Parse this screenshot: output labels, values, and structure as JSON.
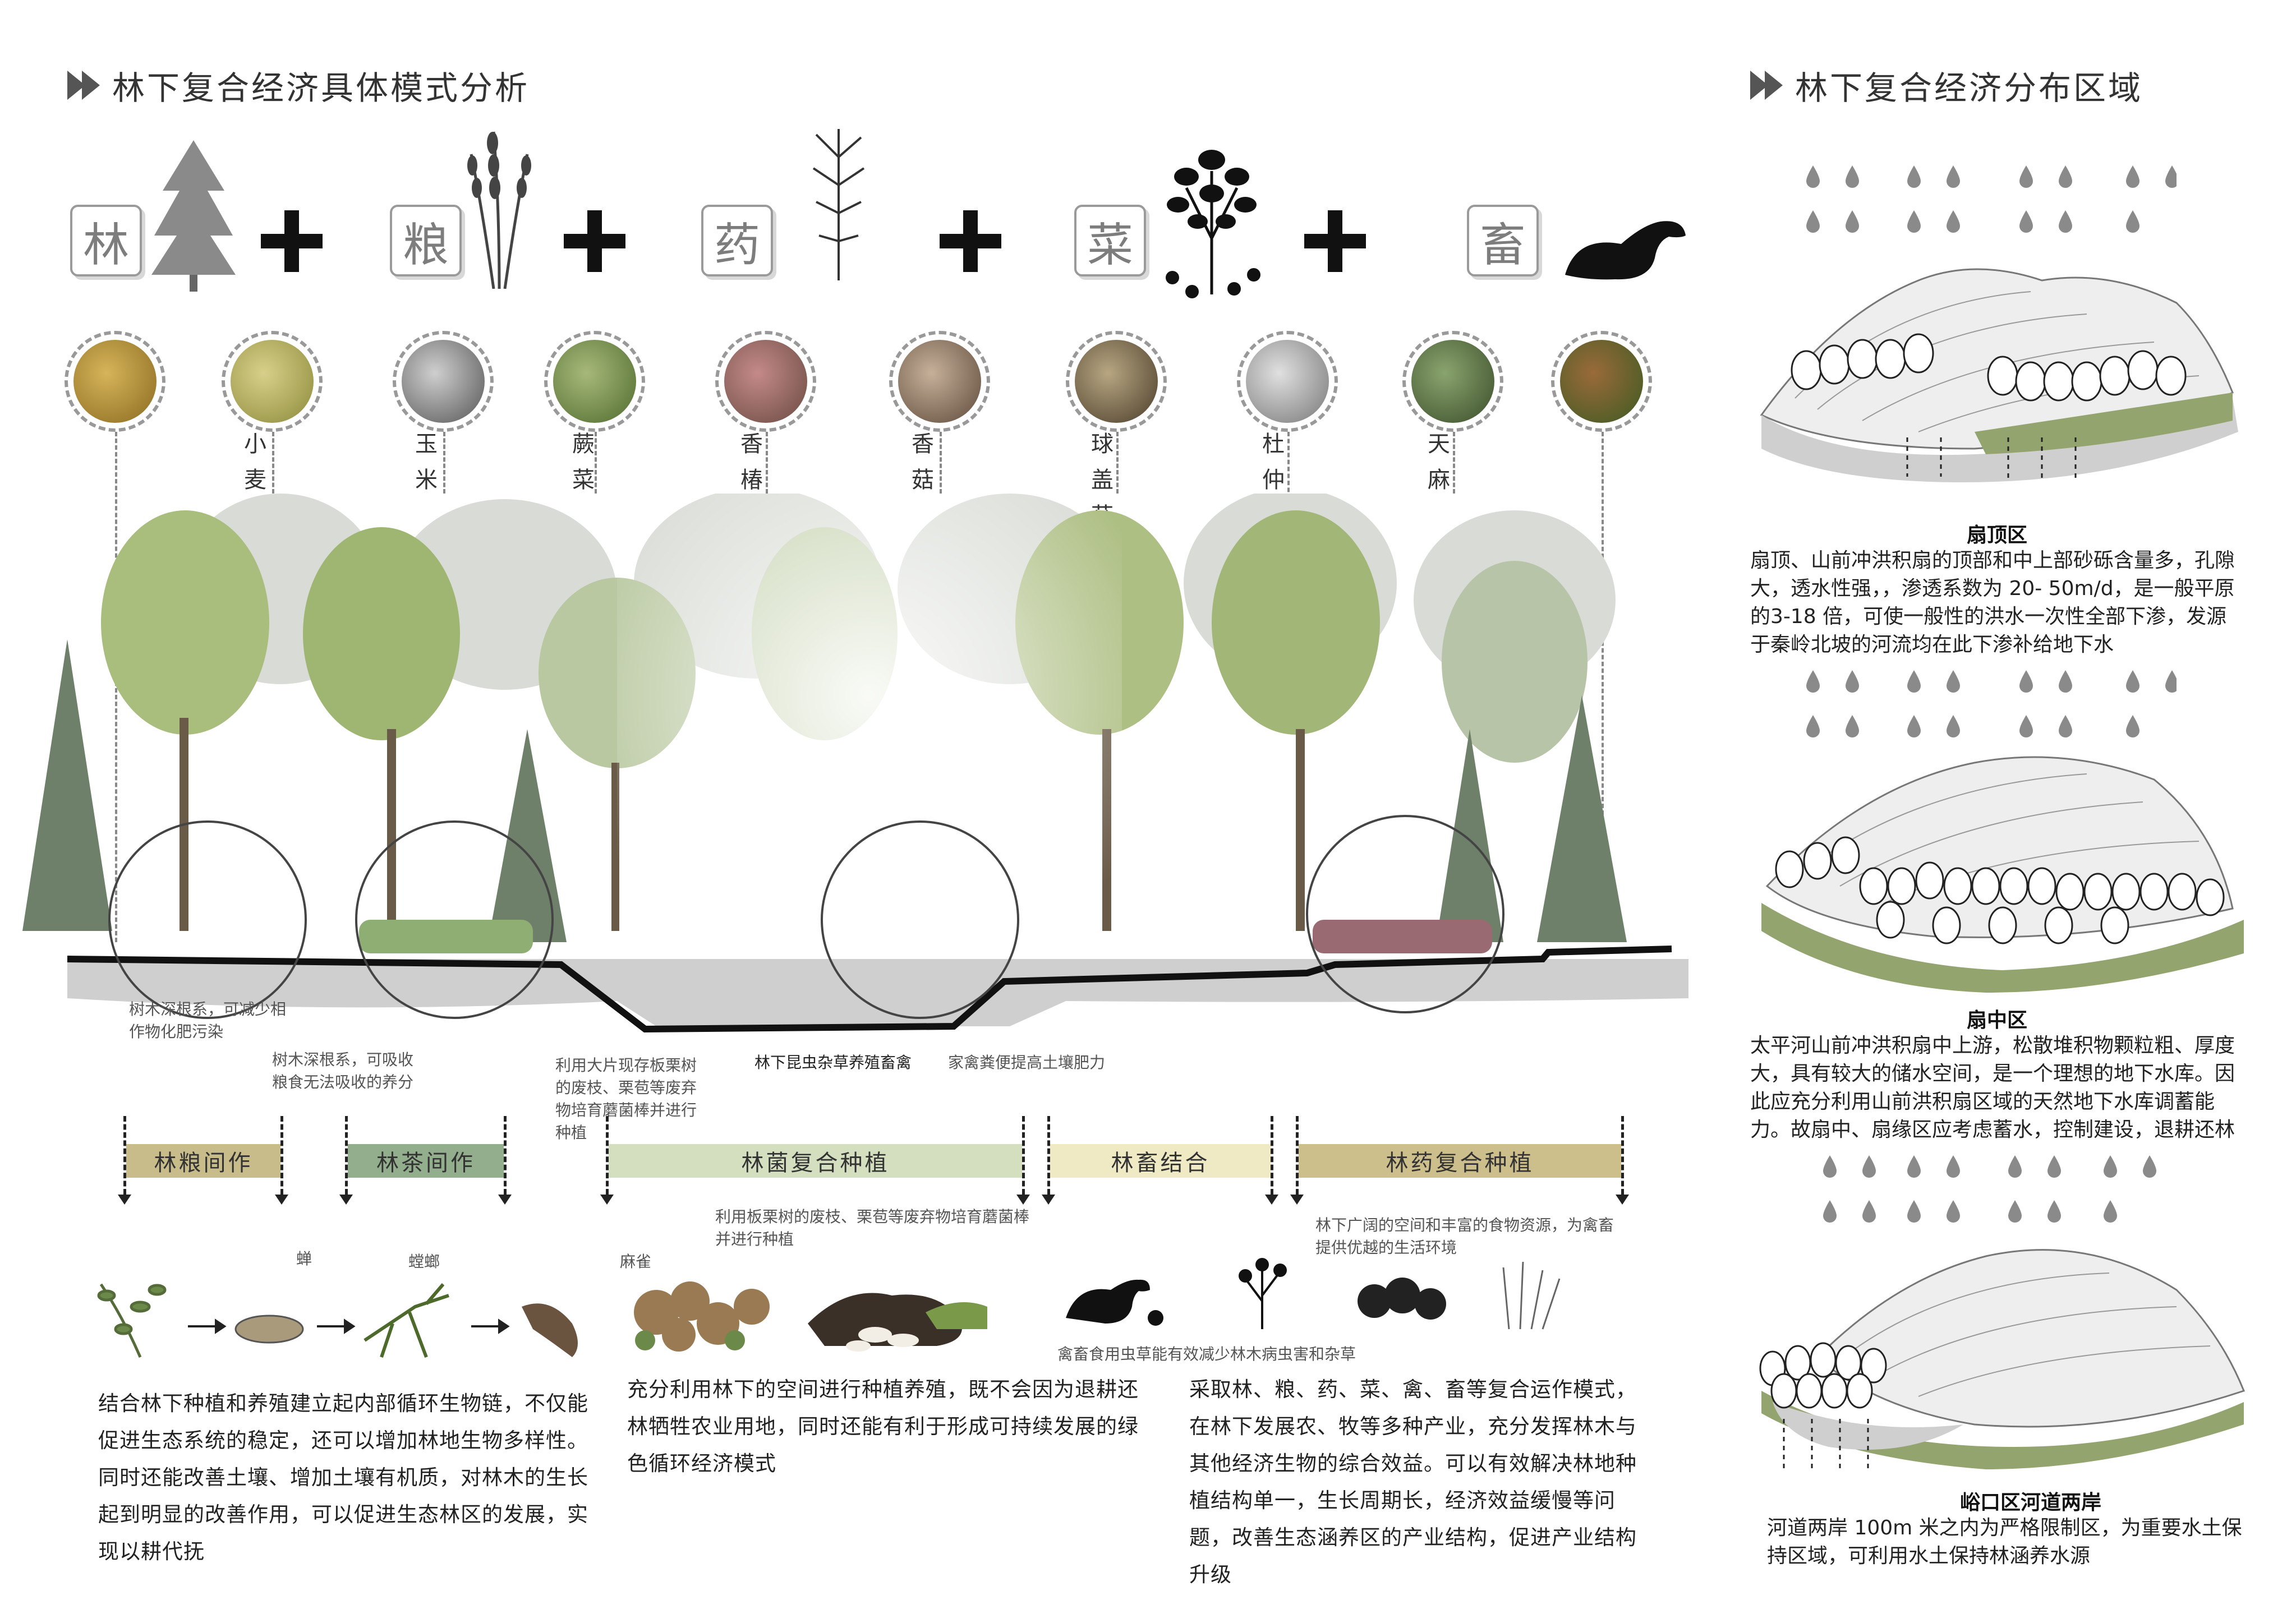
{
  "left_header": "林下复合经济具体模式分析",
  "right_header": "林下复合经济分布区域",
  "elements": [
    "林",
    "粮",
    "药",
    "菜",
    "畜"
  ],
  "crop_labels": [
    "小麦",
    "玉米",
    "蕨菜",
    "香椿",
    "香菇",
    "球盖菇",
    "杜仲",
    "天麻"
  ],
  "section_notes": {
    "root1": "树木深根系，可减少相作物化肥污染",
    "root2": "树木深根系，可吸收粮食无法吸收的养分",
    "mushroom": "利用大片现存板栗树的废枝、栗苞等废弃物培育蘑菌棒并进行种植",
    "insects": "林下昆虫杂草养殖畜禽",
    "manure": "家禽粪便提高土壤肥力"
  },
  "modes": [
    "林粮间作",
    "林茶间作",
    "林菌复合种植",
    "林畜结合",
    "林药复合种植"
  ],
  "lower_notes": {
    "mushroom2": "利用板栗树的废枝、栗苞等废弃物培育蘑菌棒并进行种植",
    "livestock": "林下广阔的空间和丰富的食物资源，为禽畜提供优越的生活环境",
    "cicada": "蝉",
    "mantis": "螳螂",
    "sparrow": "麻雀",
    "poultry": "禽畜食用虫草能有效减少林木病虫害和杂草"
  },
  "paragraphs": {
    "p1": "结合林下种植和养殖建立起内部循环生物链，不仅能促进生态系统的稳定，还可以增加林地生物多样性。同时还能改善土壤、增加土壤有机质，对林木的生长起到明显的改善作用，可以促进生态林区的发展，实现以耕代抚",
    "p2": "充分利用林下的空间进行种植养殖，既不会因为退耕还林牺牲农业用地，同时还能有利于形成可持续发展的绿色循环经济模式",
    "p3": "采取林、粮、药、菜、禽、畜等复合运作模式，在林下发展农、牧等多种产业，充分发挥林木与其他经济生物的综合效益。可以有效解决林地种植结构单一，生长周期长，经济效益缓慢等问题，改善生态涵养区的产业结构，促进产业结构升级"
  },
  "zones": [
    {
      "title": "扇顶区",
      "text": "扇顶、山前冲洪积扇的顶部和中上部砂砾含量多，孔隙大，透水性强，，渗透系数为 20- 50m/d，是一般平原的3-18 倍，可使一般性的洪水一次性全部下渗，发源于秦岭北坡的河流均在此下渗补给地下水"
    },
    {
      "title": "扇中区",
      "text": "太平河山前冲洪积扇中上游，松散堆积物颗粒粗、厚度大，具有较大的储水空间，是一个理想的地下水库。因此应充分利用山前洪积扇区域的天然地下水库调蓄能力。故扇中、扇缘区应考虑蓄水，控制建设，退耕还林"
    },
    {
      "title": "峪口区河道两岸",
      "text": "河道两岸 100m 米之内为严格限制区，为重要水土保持区域，可利用水土保持林涵养水源"
    }
  ],
  "colors": {
    "mode1": "#c8bd8a",
    "mode2": "#93ae8c",
    "mode3": "#d4dfbf",
    "mode4": "#efe9c4",
    "mode5": "#cdbf8c",
    "drop": "#8a8a8a",
    "ground": "#cfcfcf"
  }
}
